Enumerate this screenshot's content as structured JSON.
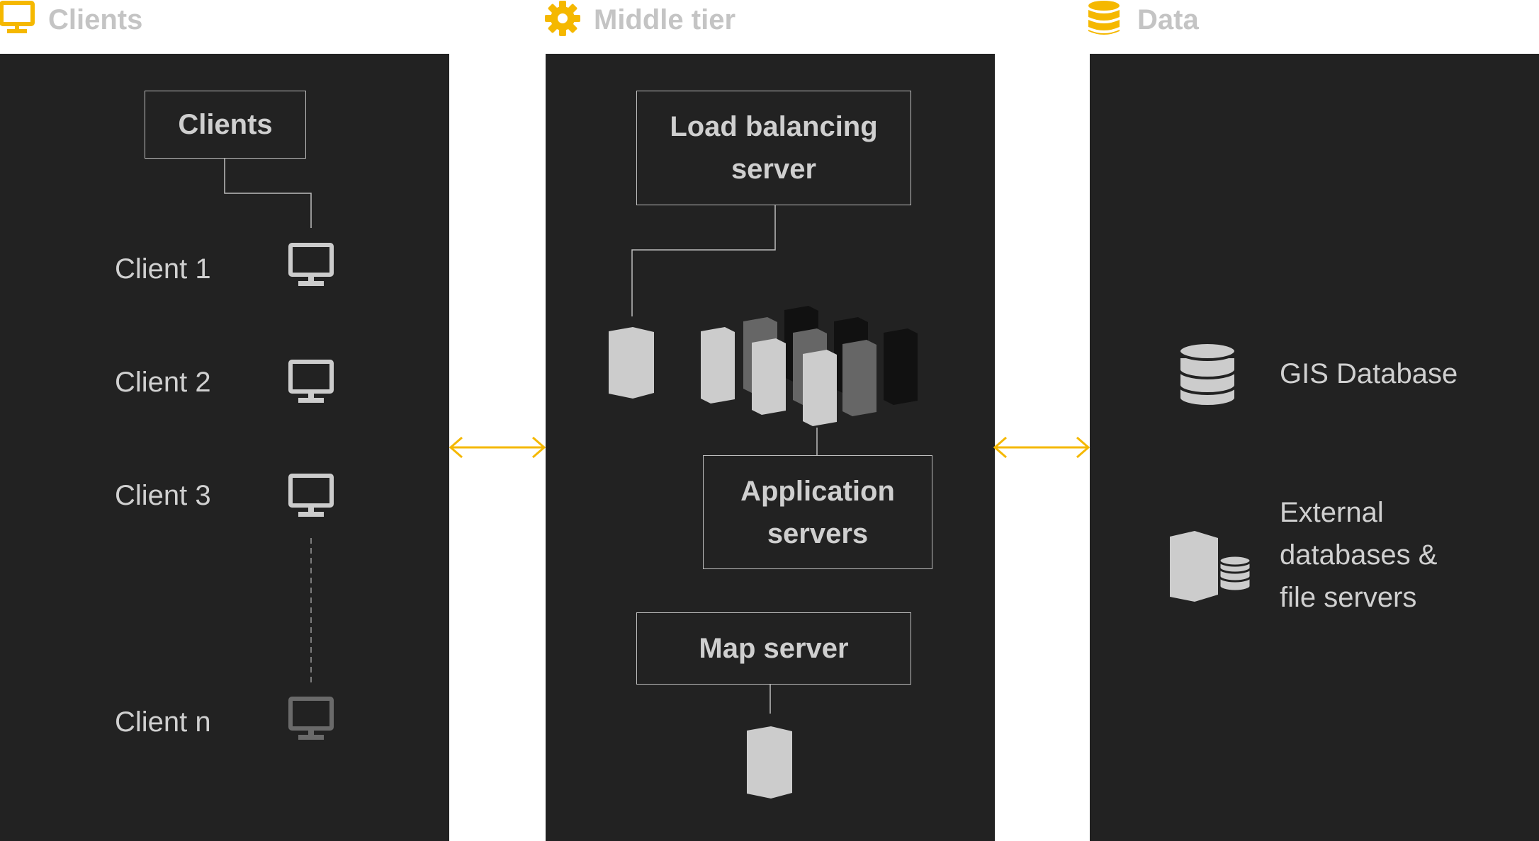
{
  "colors": {
    "accent": "#f5b800",
    "panel": "#222222",
    "text": "#d0d0d0",
    "header_text": "#c4c4c4"
  },
  "columns": {
    "clients": {
      "icon": "monitor-icon",
      "title": "Clients",
      "box_label": "Clients",
      "items": [
        "Client 1",
        "Client 2",
        "Client 3",
        "Client n"
      ]
    },
    "middle": {
      "icon": "gear-icon",
      "title": "Middle tier",
      "load_balancer": "Load balancing server",
      "app_servers": "Application servers",
      "map_server": "Map server"
    },
    "data": {
      "icon": "database-icon",
      "title": "Data",
      "gis": "GIS Database",
      "external": "External databases & file servers"
    }
  }
}
